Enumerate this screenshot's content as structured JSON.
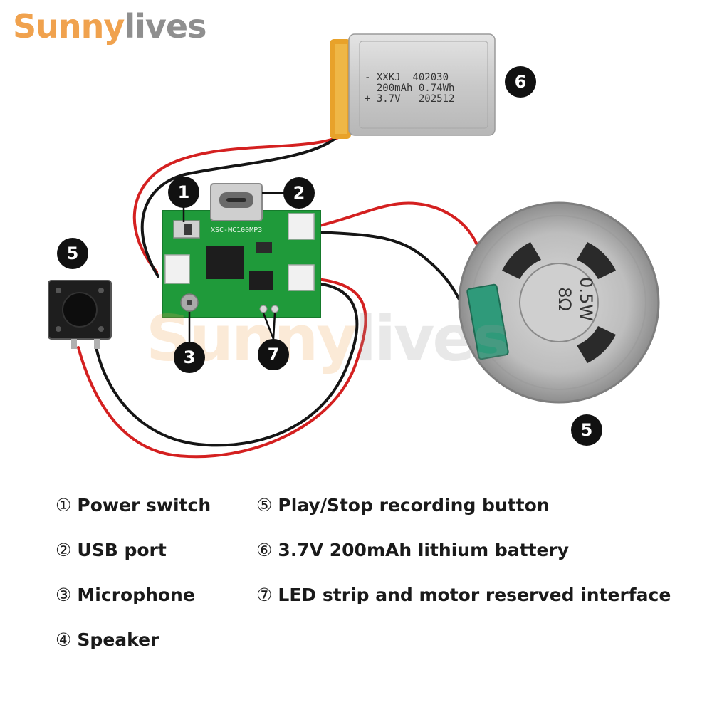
{
  "brand": {
    "part1": "Sunny",
    "part2": "lives"
  },
  "watermark": {
    "part1": "Sunny",
    "part2": "lives"
  },
  "battery": {
    "line1": "- XXKJ  402030",
    "line2": "  200mAh 0.74Wh",
    "line3": "+ 3.7V   202512"
  },
  "pcb": {
    "silkscreen": "XSC-MC100MP3"
  },
  "speaker": {
    "line1": "8Ω",
    "line2": "0.5W"
  },
  "callouts": {
    "c1": "1",
    "c2": "2",
    "c3": "3",
    "c5a": "5",
    "c5b": "5",
    "c6": "6",
    "c7": "7"
  },
  "legend": [
    {
      "num": "①",
      "label": "Power switch"
    },
    {
      "num": "②",
      "label": "USB port"
    },
    {
      "num": "③",
      "label": "Microphone"
    },
    {
      "num": "④",
      "label": "Speaker"
    },
    {
      "num": "⑤",
      "label": "Play/Stop recording button"
    },
    {
      "num": "⑥",
      "label": "3.7V 200mAh lithium battery"
    },
    {
      "num": "⑦",
      "label": "LED strip and motor reserved interface"
    }
  ],
  "colors": {
    "brand_orange": "#f0a24e",
    "brand_gray": "#8f8f8f",
    "pcb_green": "#1f9a3a",
    "wire_red": "#d42020",
    "wire_black": "#151515"
  }
}
